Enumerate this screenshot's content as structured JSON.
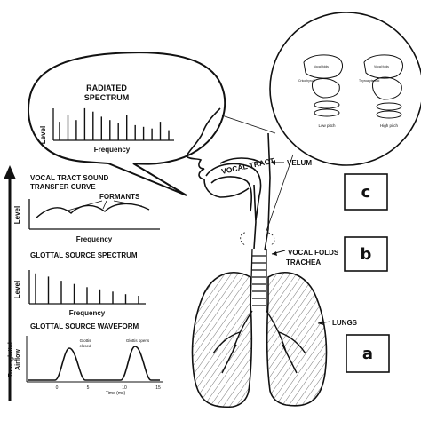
{
  "speech_bubble": {
    "title_line1": "RADIATED",
    "title_line2": "SPECTRUM",
    "y_label": "Level",
    "x_label": "Frequency",
    "bar_levels": [
      0.55,
      0.75,
      0.6,
      0.95,
      0.85,
      0.7,
      0.6,
      0.5,
      0.75,
      0.45,
      0.4,
      0.35,
      0.55,
      0.3
    ]
  },
  "transfer_curve": {
    "title_line1": "VOCAL TRACT SOUND",
    "title_line2": "TRANSFER CURVE",
    "formants_label": "FORMANTS",
    "y_label": "Level",
    "x_label": "Frequency"
  },
  "source_spectrum": {
    "title": "GLOTTAL SOURCE SPECTRUM",
    "y_label": "Level",
    "x_label": "Frequency",
    "bar_levels": [
      0.95,
      0.85,
      0.72,
      0.62,
      0.52,
      0.45,
      0.38,
      0.3,
      0.25
    ]
  },
  "waveform": {
    "title": "GLOTTAL SOURCE WAVEFORM",
    "y_label_line1": "Transglottal",
    "y_label_line2": "Airflow",
    "closed_label_line1": "Glottis",
    "closed_label_line2": "closed",
    "open_label": "Glottis opens",
    "x_axis_label": "Time (ms)",
    "x_ticks": [
      "0",
      "5",
      "10",
      "15"
    ]
  },
  "anatomy_labels": {
    "vocal_tract": "VOCAL TRACT",
    "velum": "VELUM",
    "vocal_folds": "VOCAL FOLDS",
    "trachea": "TRACHEA",
    "lungs": "LUNGS"
  },
  "inset": {
    "low_pitch": "Low pitch",
    "high_pitch": "High pitch",
    "part_label_1": "Vocal folds",
    "part_label_2": "Cricothyroid",
    "part_label_3": "Thyroarytenoid"
  },
  "boxes": {
    "a": "a",
    "b": "b",
    "c": "c"
  },
  "colors": {
    "ink": "#111111",
    "paper": "#ffffff",
    "hatch": "#555555"
  }
}
